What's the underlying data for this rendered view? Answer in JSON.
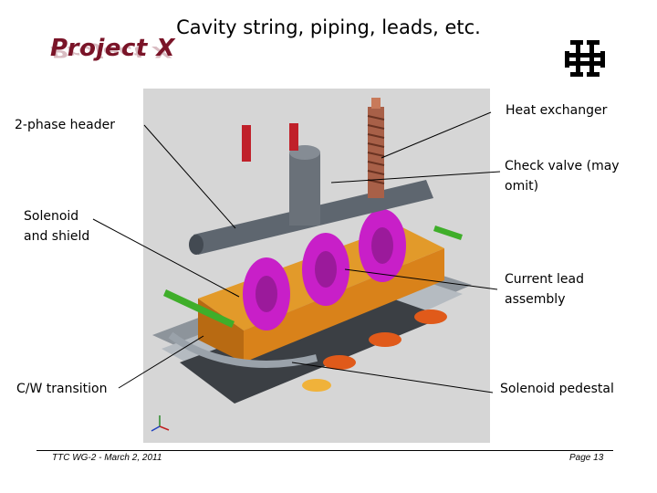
{
  "slide": {
    "title": "Cavity string, piping, leads, etc.",
    "logo_text": "Project X",
    "callouts": {
      "two_phase_header": "2-phase header",
      "heat_exchanger": "Heat exchanger",
      "check_valve_line1": "Check valve (may",
      "check_valve_line2": "omit)",
      "solenoid_line1": "Solenoid",
      "solenoid_line2": "and shield",
      "current_lead_line1": "Current lead",
      "current_lead_line2": "assembly",
      "cw_transition": "C/W transition",
      "solenoid_pedestal": "Solenoid pedestal"
    },
    "footer": {
      "left": "TTC WG-2 - March 2, 2011",
      "right": "Page 13"
    }
  },
  "colors": {
    "logo": "#7a1428",
    "figure_bg": "#d6d6d6",
    "vessel_orange": "#d9821a",
    "magenta_shield": "#c81fc8",
    "pipe_gray": "#5e666f",
    "green_bar": "#3fae2a",
    "red_valve": "#c0202a"
  }
}
